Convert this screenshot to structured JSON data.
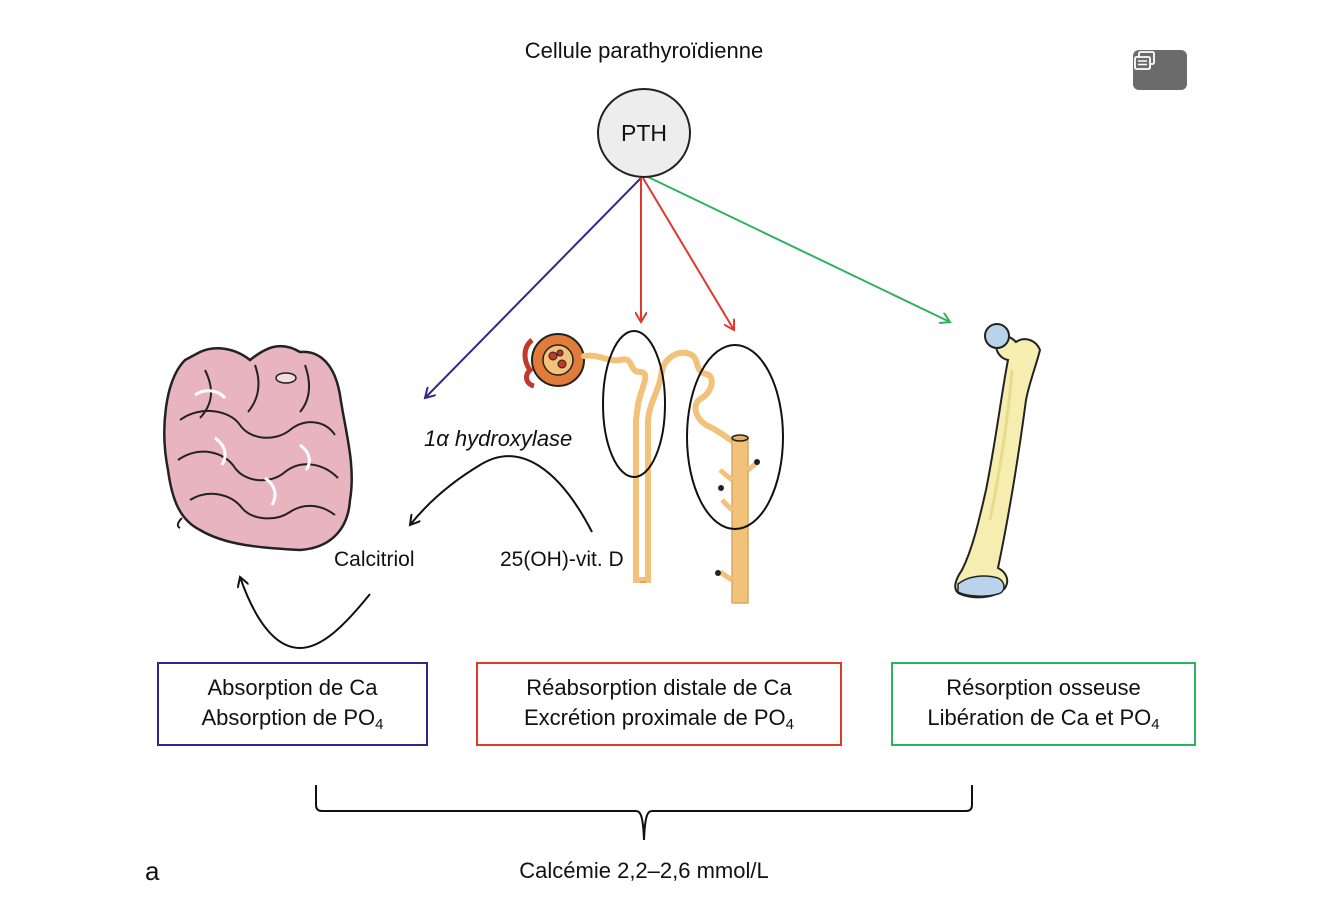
{
  "title": "Cellule parathyroïdienne",
  "hormone": "PTH",
  "enzyme_label": "1α hydroxylase",
  "substrate_label": "25(OH)-vit. D",
  "product_label": "Calcitriol",
  "boxes": {
    "intestine": {
      "line1": "Absorption de Ca",
      "line2": "Absorption de PO",
      "line2_sub": "4",
      "color": "#2e2a8c"
    },
    "kidney": {
      "line1": "Réabsorption distale de Ca",
      "line2": "Excrétion proximale de PO",
      "line2_sub": "4",
      "color": "#e0392b"
    },
    "bone": {
      "line1": "Résorption osseuse",
      "line2": "Libération de Ca et PO",
      "line2_sub": "4",
      "color": "#2db35d"
    }
  },
  "calcemia_label": "Calcémie 2,2–2,6 mmol/L",
  "panel_label": "a",
  "icons": {
    "corner_button": "note-icon",
    "intestine": "intestine-icon",
    "kidney": "nephron-icon",
    "bone": "femur-icon"
  },
  "colors": {
    "intestine_arrow": "#2e2a8c",
    "kidney_arrow": "#e0392b",
    "bone_arrow": "#2db35d",
    "intestine_fill": "#e8b4c0",
    "nephron_fill": "#f2c27a",
    "bone_fill": "#f5eeb0",
    "cartilage_fill": "#b9d3ea"
  }
}
